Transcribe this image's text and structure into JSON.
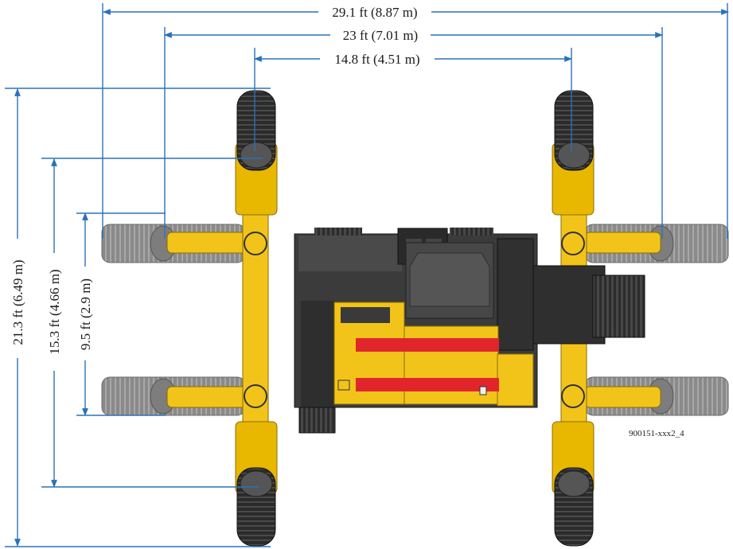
{
  "diagram": {
    "caption_code": "900151-xxx2_4",
    "colors": {
      "dimension_line": "#2a72b8",
      "machine_yellow": "#f2c41a",
      "machine_dark": "#3b3b3b",
      "stripe_red": "#e0262b",
      "tire": "#2b2b2b",
      "retracted_leg": "#8c8c8c"
    },
    "widths": [
      {
        "label": "29.1 ft (8.87 m)"
      },
      {
        "label": "23 ft (7.01 m)"
      },
      {
        "label": "14.8 ft (4.51 m)"
      }
    ],
    "lengths": [
      {
        "label": "21.3 ft (6.49 m)"
      },
      {
        "label": "15.3 ft (4.66 m)"
      },
      {
        "label": "9.5 ft (2.9 m)"
      }
    ]
  }
}
